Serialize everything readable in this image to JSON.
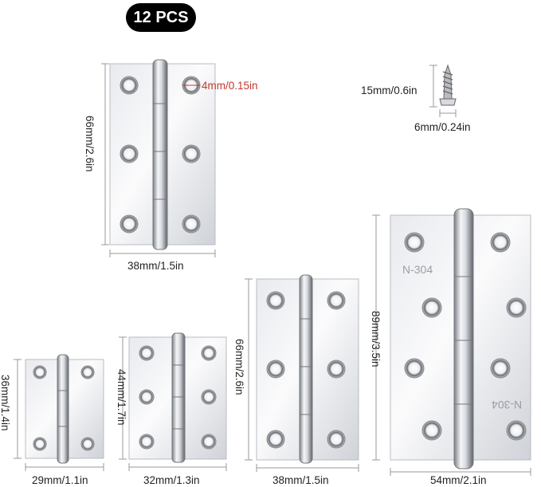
{
  "badge": {
    "text": "12 PCS"
  },
  "hinge_top": {
    "height_label": "66mm/2.6in",
    "width_label": "38mm/1.5in",
    "hole_label": "4mm/0.15in"
  },
  "screw": {
    "length_label": "15mm/0.6in",
    "width_label": "6mm/0.24in"
  },
  "hinge_small": {
    "height_label": "36mm/1.4in",
    "width_label": "29mm/1.1in"
  },
  "hinge_medium": {
    "height_label": "44mm/1.7in",
    "width_label": "32mm/1.3in"
  },
  "hinge_large": {
    "height_label": "66mm/2.6in",
    "width_label": "38mm/1.5in"
  },
  "hinge_xl": {
    "height_label": "89mm/3.5in",
    "width_label": "54mm/2.1in",
    "stamp_top": "N-304",
    "stamp_bottom": "N-304"
  },
  "colors": {
    "steel_light": "#f4f5f7",
    "steel_mid": "#c9ccd2",
    "steel_dark": "#6f737a",
    "accent_red": "#c0392b"
  }
}
